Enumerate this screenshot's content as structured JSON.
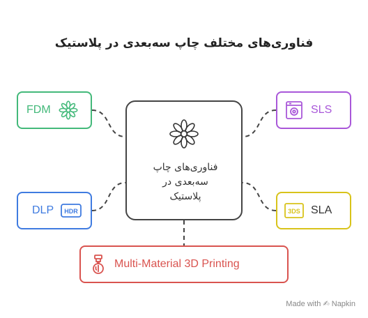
{
  "title": "فناوری‌های مختلف چاپ سه‌بعدی در پلاستیک",
  "center": {
    "lines": [
      "فناوری‌های چاپ",
      "سه‌بعدی در",
      "پلاستیک"
    ],
    "icon": "flower-icon"
  },
  "nodes": {
    "fdm": {
      "label": "FDM",
      "icon": "flower-icon",
      "color": "#43b97a"
    },
    "dlp": {
      "label": "DLP",
      "icon": "hdr-icon",
      "color": "#3f7be0"
    },
    "sls": {
      "label": "SLS",
      "icon": "printer-icon",
      "color": "#a957d9"
    },
    "sla": {
      "label": "SLA",
      "icon": "3ds-icon",
      "color": "#d8c31a"
    },
    "multi": {
      "label": "Multi-Material 3D Printing",
      "icon": "print-nozzle-icon",
      "color": "#d9534f"
    }
  },
  "watermark": "Made with ✍ Napkin"
}
